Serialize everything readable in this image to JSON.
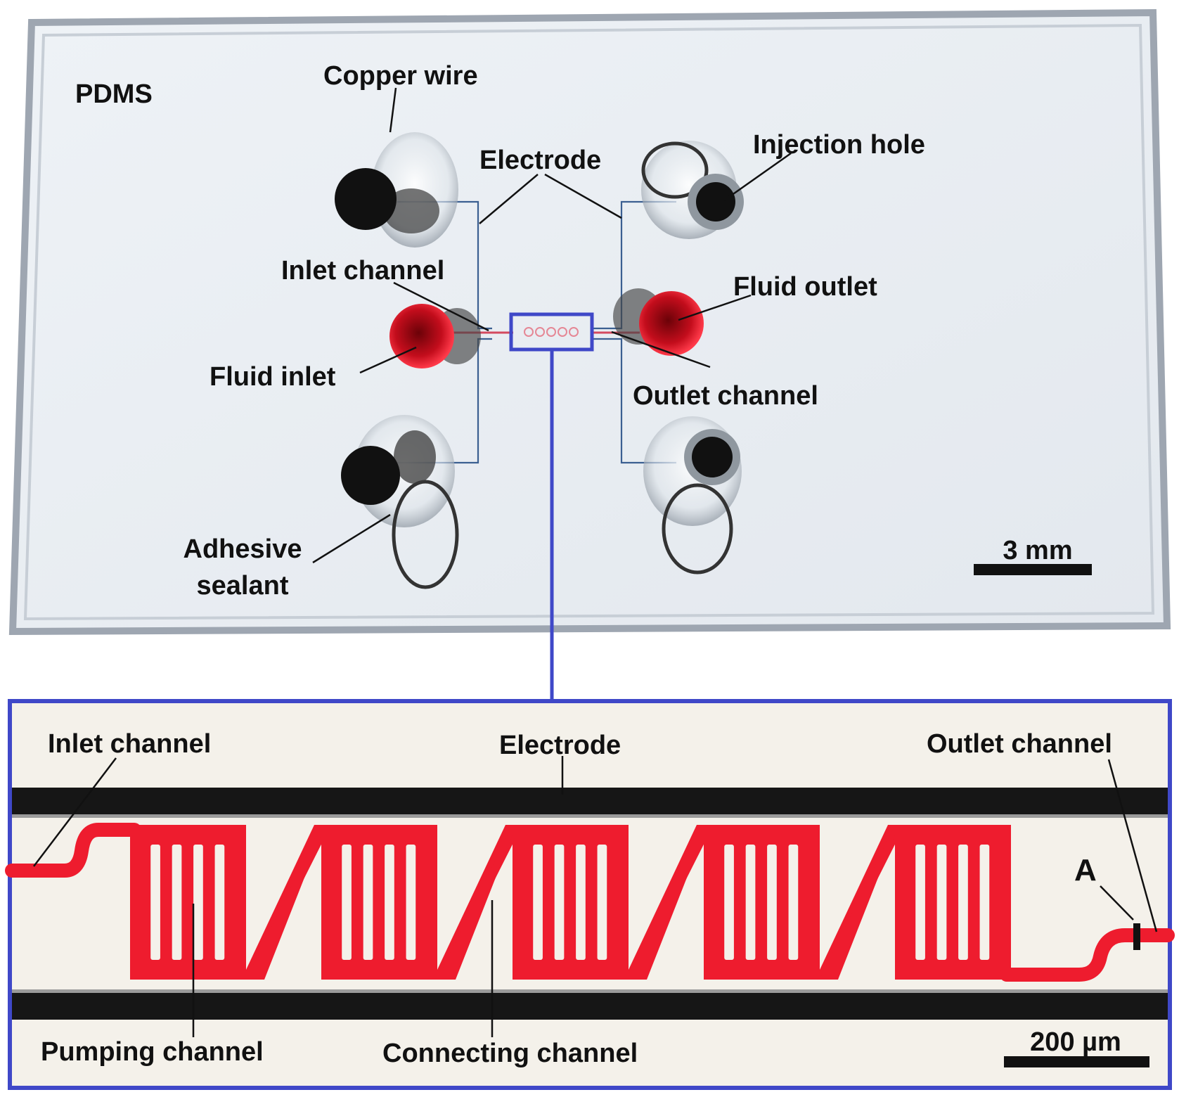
{
  "colors": {
    "chip_background": "#e9eef3",
    "chip_edge": "#9ea6b1",
    "electrode_trace": "#3b5f91",
    "highlight_box": "#3f48c8",
    "microchannel_fill": "#ee1c2e",
    "fluid_port": "#c30d1c",
    "port_dark": "#111111",
    "zoom_background": "#f4f1ea",
    "electrode_band": "#161616"
  },
  "top_panel": {
    "labels": {
      "pdms": "PDMS",
      "copper_wire": "Copper wire",
      "electrode": "Electrode",
      "injection_hole": "Injection hole",
      "inlet_channel": "Inlet channel",
      "fluid_outlet": "Fluid outlet",
      "fluid_inlet": "Fluid inlet",
      "outlet_channel": "Outlet channel",
      "adhesive_line1": "Adhesive",
      "adhesive_line2": "sealant"
    },
    "scale_bar": {
      "label": "3 mm"
    }
  },
  "bottom_panel": {
    "labels": {
      "inlet_channel": "Inlet channel",
      "electrode": "Electrode",
      "outlet_channel": "Outlet channel",
      "marker_a": "A",
      "pumping_channel": "Pumping channel",
      "connecting_channel": "Connecting channel"
    },
    "scale_bar": {
      "label": "200 µm"
    },
    "pump_unit_count": 5,
    "slits_per_unit": 4
  }
}
